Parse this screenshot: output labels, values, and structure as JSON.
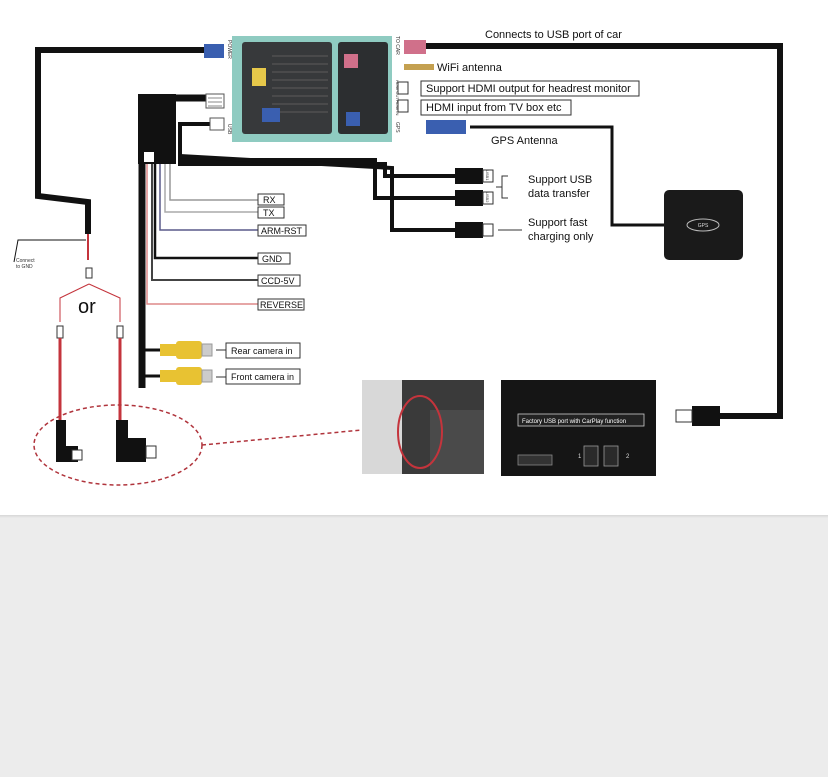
{
  "labels": {
    "usb_port_of_car": "Connects to USB port of car",
    "wifi_antenna": "WiFi antenna",
    "hdmi_out": "Support HDMI output for headrest monitor",
    "hdmi_in": "HDMI input from TV box etc",
    "gps_antenna": "GPS Antenna",
    "usb_data_1": "Support USB",
    "usb_data_2": "data transfer",
    "fast_charge_1": "Support fast",
    "fast_charge_2": "charging only",
    "gps_box": "GPS",
    "rx": "RX",
    "tx": "TX",
    "arm_rst": "ARM-RST",
    "gnd": "GND",
    "ccd_5v": "CCD-5V",
    "reverse": "REVERSE",
    "rear_camera": "Rear camera in",
    "front_camera": "Front camera in",
    "connect_gnd_1": "Connect",
    "connect_gnd_2": "to GND",
    "or": "or",
    "factory_usb": "Factory USB port with CarPlay function",
    "port_1": "1",
    "port_2": "2"
  },
  "module_ports": {
    "power": "POWER",
    "usb": "USB",
    "to_car": "TO CAR",
    "gps": "GPS",
    "hdmi_out": "HDMI OUT",
    "hdmi_in": "HDMI IN",
    "usb1": "USB1",
    "usb2": "USB2"
  },
  "colors": {
    "cable": "#111111",
    "red_wire": "#c4343c",
    "fakra_blue": "#3a5fb0",
    "fakra_pink": "#d0708a",
    "rca_yellow": "#e8c232",
    "dashed": "#b0343c"
  }
}
